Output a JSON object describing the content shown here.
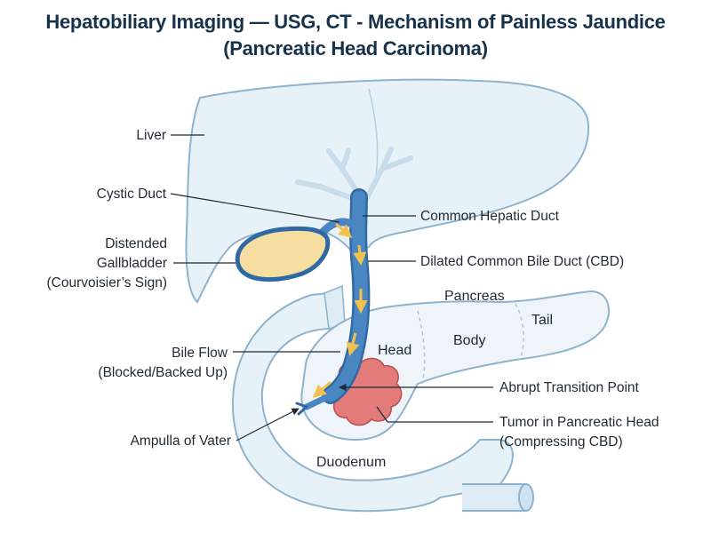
{
  "title": {
    "line1": "Hepatobiliary Imaging — USG, CT - Mechanism of Painless Jaundice",
    "line2": "(Pancreatic Head Carcinoma)"
  },
  "labels": {
    "liver": "Liver",
    "cystic_duct": "Cystic Duct",
    "gallbladder_1": "Distended",
    "gallbladder_2": "Gallbladder",
    "gallbladder_3": "(Courvoisier’s Sign)",
    "bile_flow_1": "Bile Flow",
    "bile_flow_2": "(Blocked/Backed Up)",
    "ampulla": "Ampulla of Vater",
    "common_hepatic_duct": "Common Hepatic Duct",
    "cbd": "Dilated Common Bile Duct (CBD)",
    "pancreas": "Pancreas",
    "tail": "Tail",
    "body": "Body",
    "head": "Head",
    "transition": "Abrupt Transition Point",
    "tumor_1": "Tumor in Pancreatic Head",
    "tumor_2": "(Compressing CBD)",
    "duodenum": "Duodenum"
  },
  "colors": {
    "title": "#17324a",
    "liver_fill": "#e6f1f8",
    "organ_stroke": "#8fb3cc",
    "duct_fill": "#4a86c2",
    "gallbladder_fill": "#f6dda0",
    "pancreas_fill": "#eef4f9",
    "tumor_fill": "#e37b7b",
    "flow_arrow": "#f2c14e"
  }
}
